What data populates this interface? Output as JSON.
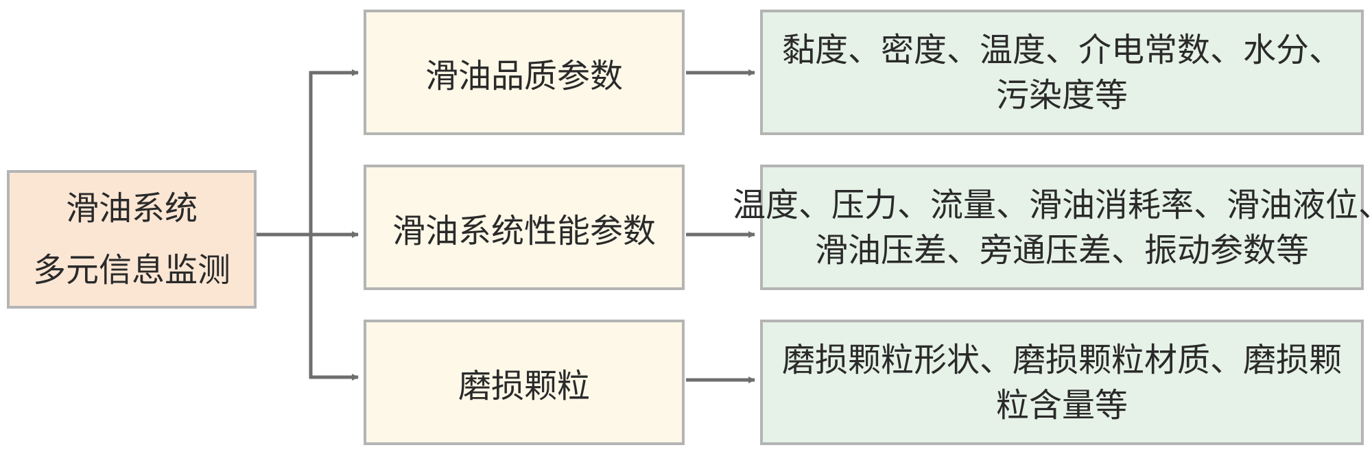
{
  "root": {
    "lines": [
      "滑油系统",
      "多元信息监测"
    ]
  },
  "categories": [
    {
      "label": "滑油品质参数",
      "details": [
        "黏度、密度、温度、介电常数、水分、",
        "污染度等"
      ]
    },
    {
      "label": "滑油系统性能参数",
      "details": [
        "温度、压力、流量、滑油消耗率、滑油液位、",
        "滑油压差、旁通压差、振动参数等"
      ]
    },
    {
      "label": "磨损颗粒",
      "details": [
        "磨损颗粒形状、磨损颗粒材质、磨损颗",
        "粒含量等"
      ]
    }
  ],
  "colors": {
    "root_fill": "#fbe6d4",
    "category_fill": "#fdf8e8",
    "detail_fill": "#e6f1e7",
    "border": "#b4b4b4",
    "arrow": "#6e6e6e"
  }
}
